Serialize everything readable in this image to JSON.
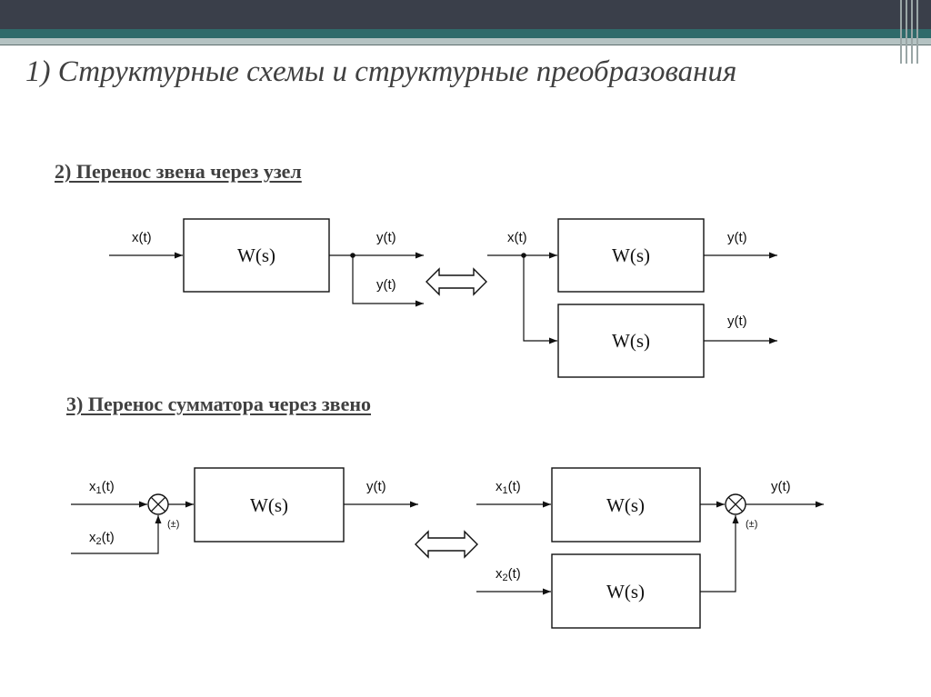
{
  "slide": {
    "title": "1) Структурные схемы и структурные преобразования",
    "section2": "2) Перенос звена через узел",
    "section3": "3) Перенос сумматора через звено"
  },
  "diagram2": {
    "left": {
      "input": "x(t)",
      "block": "W(s)",
      "out1": "y(t)",
      "out2": "y(t)"
    },
    "right": {
      "input": "x(t)",
      "block1": "W(s)",
      "block2": "W(s)",
      "out1": "y(t)",
      "out2": "y(t)"
    }
  },
  "diagram3": {
    "left": {
      "input1": "x",
      "input1_sub": "1",
      "input_suffix": "(t)",
      "input2": "x",
      "input2_sub": "2",
      "sign": "(±)",
      "block": "W(s)",
      "out": "y(t)"
    },
    "right": {
      "input1": "x",
      "input1_sub": "1",
      "input_suffix": "(t)",
      "input2": "x",
      "input2_sub": "2",
      "sign": "(±)",
      "block1": "W(s)",
      "block2": "W(s)",
      "out": "y(t)"
    }
  },
  "colors": {
    "bar_dark": "#3a3f4a",
    "bar_teal": "#2f6a6a",
    "text": "#404040"
  }
}
